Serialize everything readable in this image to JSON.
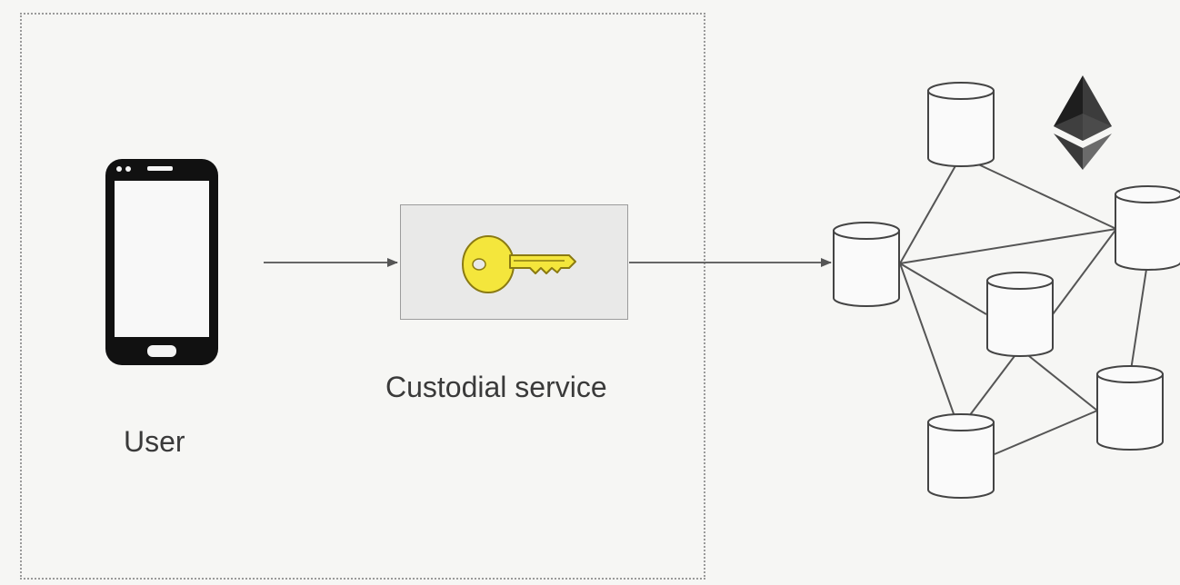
{
  "diagram": {
    "user_label": "User",
    "service_label": "Custodial service",
    "icons": {
      "phone": "smartphone-icon",
      "key": "key-icon",
      "network": "ethereum-logo"
    },
    "colors": {
      "background": "#f6f6f4",
      "key_fill": "#f4e63c",
      "key_stroke": "#8a7a12",
      "node_stroke": "#444444",
      "edge": "#555555",
      "eth_dark": "#1e1e1e",
      "eth_mid": "#6b6b6b"
    }
  }
}
